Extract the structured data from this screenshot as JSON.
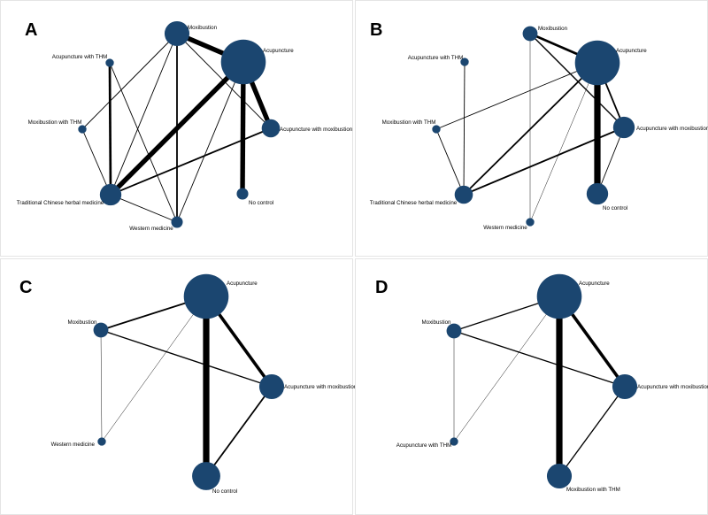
{
  "node_color": "#1b4670",
  "edge_color": "#000000",
  "panels": [
    {
      "letter": "A",
      "nodes": [
        {
          "id": "moxi",
          "label": "Moxibustion",
          "size": 3
        },
        {
          "id": "acu",
          "label": "Acupuncture",
          "size": 6
        },
        {
          "id": "acumoxi",
          "label": "Acupuncture with moxibustion",
          "size": 2
        },
        {
          "id": "noctrl",
          "label": "No control",
          "size": 1
        },
        {
          "id": "western",
          "label": "Western medicine",
          "size": 1
        },
        {
          "id": "tchm",
          "label": "Traditional Chinese herbal medicine",
          "size": 2.5
        },
        {
          "id": "moxithm",
          "label": "Moxibustion with THM",
          "size": 0.5
        },
        {
          "id": "acuthm",
          "label": "Acupuncture with THM",
          "size": 0.5
        }
      ],
      "edges": [
        {
          "a": "moxi",
          "b": "acu",
          "weight": 6
        },
        {
          "a": "acu",
          "b": "acumoxi",
          "weight": 6
        },
        {
          "a": "acu",
          "b": "noctrl",
          "weight": 6
        },
        {
          "a": "acu",
          "b": "tchm",
          "weight": 6
        },
        {
          "a": "acu",
          "b": "western",
          "weight": 1
        },
        {
          "a": "moxi",
          "b": "western",
          "weight": 2
        },
        {
          "a": "moxi",
          "b": "acumoxi",
          "weight": 1
        },
        {
          "a": "moxi",
          "b": "tchm",
          "weight": 1
        },
        {
          "a": "moxi",
          "b": "moxithm",
          "weight": 1
        },
        {
          "a": "acumoxi",
          "b": "tchm",
          "weight": 2
        },
        {
          "a": "tchm",
          "b": "western",
          "weight": 1
        },
        {
          "a": "acuthm",
          "b": "tchm",
          "weight": 3
        },
        {
          "a": "acuthm",
          "b": "western",
          "weight": 1
        },
        {
          "a": "moxithm",
          "b": "tchm",
          "weight": 1
        }
      ]
    },
    {
      "letter": "B",
      "nodes": [
        {
          "id": "moxi",
          "label": "Moxibustion",
          "size": 1.5
        },
        {
          "id": "acu",
          "label": "Acupuncture",
          "size": 6
        },
        {
          "id": "acumoxi",
          "label": "Acupuncture with moxibustion",
          "size": 2.5
        },
        {
          "id": "noctrl",
          "label": "No control",
          "size": 2.5
        },
        {
          "id": "western",
          "label": "Western medicine",
          "size": 0.5
        },
        {
          "id": "tchm",
          "label": "Traditional Chinese herbal medicine",
          "size": 2
        },
        {
          "id": "moxithm",
          "label": "Moxibustion with THM",
          "size": 0.5
        },
        {
          "id": "acuthm",
          "label": "Acupuncture with THM",
          "size": 0.5
        }
      ],
      "edges": [
        {
          "a": "moxi",
          "b": "acu",
          "weight": 3
        },
        {
          "a": "acu",
          "b": "noctrl",
          "weight": 8
        },
        {
          "a": "acu",
          "b": "acumoxi",
          "weight": 2
        },
        {
          "a": "acu",
          "b": "tchm",
          "weight": 2
        },
        {
          "a": "acu",
          "b": "moxithm",
          "weight": 1
        },
        {
          "a": "acu",
          "b": "western",
          "weight": 0.5
        },
        {
          "a": "moxi",
          "b": "acumoxi",
          "weight": 1.5
        },
        {
          "a": "moxi",
          "b": "western",
          "weight": 0.5
        },
        {
          "a": "acumoxi",
          "b": "tchm",
          "weight": 2
        },
        {
          "a": "acumoxi",
          "b": "noctrl",
          "weight": 1
        },
        {
          "a": "moxithm",
          "b": "tchm",
          "weight": 1
        },
        {
          "a": "acuthm",
          "b": "tchm",
          "weight": 1
        }
      ]
    },
    {
      "letter": "C",
      "nodes": [
        {
          "id": "acu",
          "label": "Acupuncture",
          "size": 6
        },
        {
          "id": "acumoxi",
          "label": "Acupuncture with moxibustion",
          "size": 3
        },
        {
          "id": "noctrl",
          "label": "No control",
          "size": 3.5
        },
        {
          "id": "western",
          "label": "Western medicine",
          "size": 0.5
        },
        {
          "id": "moxi",
          "label": "Moxibustion",
          "size": 1.5
        }
      ],
      "edges": [
        {
          "a": "acu",
          "b": "noctrl",
          "weight": 8
        },
        {
          "a": "acu",
          "b": "acumoxi",
          "weight": 4
        },
        {
          "a": "acu",
          "b": "moxi",
          "weight": 2
        },
        {
          "a": "acu",
          "b": "western",
          "weight": 0.5
        },
        {
          "a": "moxi",
          "b": "acumoxi",
          "weight": 1.5
        },
        {
          "a": "moxi",
          "b": "western",
          "weight": 0.5
        },
        {
          "a": "acumoxi",
          "b": "noctrl",
          "weight": 2
        }
      ]
    },
    {
      "letter": "D",
      "nodes": [
        {
          "id": "acu",
          "label": "Acupuncture",
          "size": 6
        },
        {
          "id": "acumoxi",
          "label": "Acupuncture with moxibustion",
          "size": 3
        },
        {
          "id": "moxithm",
          "label": "Moxibustion with THM",
          "size": 3
        },
        {
          "id": "acuthm",
          "label": "Acupuncture with THM",
          "size": 0.5
        },
        {
          "id": "moxi",
          "label": "Moxibustion",
          "size": 1.5
        }
      ],
      "edges": [
        {
          "a": "acu",
          "b": "moxithm",
          "weight": 8
        },
        {
          "a": "acu",
          "b": "acumoxi",
          "weight": 4
        },
        {
          "a": "acu",
          "b": "moxi",
          "weight": 1.5
        },
        {
          "a": "acu",
          "b": "acuthm",
          "weight": 0.5
        },
        {
          "a": "moxi",
          "b": "acumoxi",
          "weight": 1.5
        },
        {
          "a": "moxi",
          "b": "acuthm",
          "weight": 0.5
        },
        {
          "a": "acumoxi",
          "b": "moxithm",
          "weight": 1.5
        }
      ]
    }
  ]
}
